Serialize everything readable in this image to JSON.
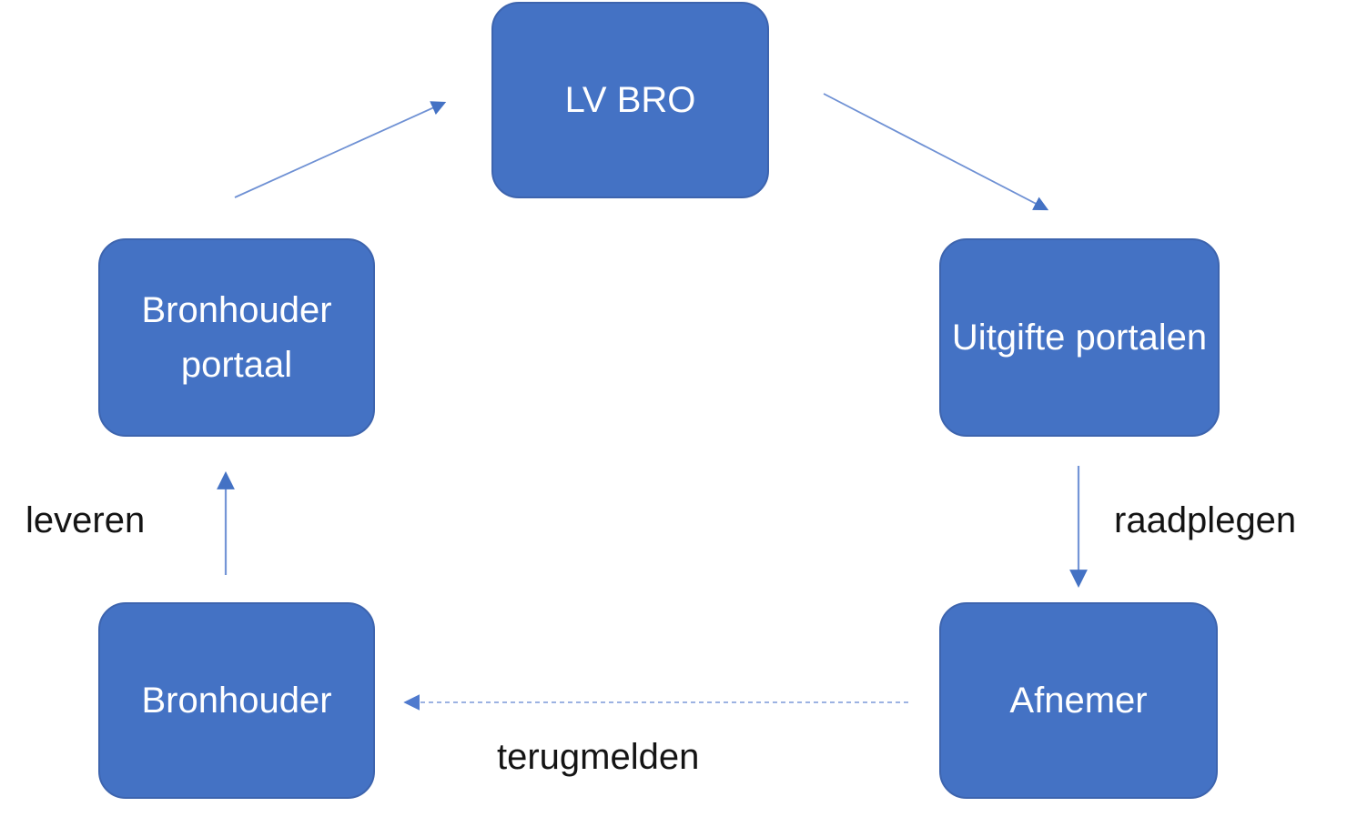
{
  "diagram": {
    "background_color": "#ffffff",
    "node_fill_color": "#4472C4",
    "node_border_color": "#3d64ae",
    "node_text_color": "#ffffff",
    "arrow_line_color": "#6f91d4",
    "arrow_head_color": "#4472C4",
    "edge_label_color": "#141414",
    "nodes": [
      {
        "id": "lv-bro",
        "label": "LV BRO"
      },
      {
        "id": "bronhouder-portaal",
        "label": "Bronhouder portaal"
      },
      {
        "id": "uitgifte-portalen",
        "label": "Uitgifte portalen"
      },
      {
        "id": "bronhouder",
        "label": "Bronhouder"
      },
      {
        "id": "afnemer",
        "label": "Afnemer"
      }
    ],
    "edges": [
      {
        "from": "bronhouder-portaal",
        "to": "lv-bro",
        "label": "",
        "style": "solid"
      },
      {
        "from": "lv-bro",
        "to": "uitgifte-portalen",
        "label": "",
        "style": "solid"
      },
      {
        "from": "uitgifte-portalen",
        "to": "afnemer",
        "label": "raadplegen",
        "style": "solid"
      },
      {
        "from": "afnemer",
        "to": "bronhouder",
        "label": "terugmelden",
        "style": "dashed"
      },
      {
        "from": "bronhouder",
        "to": "bronhouder-portaal",
        "label": "leveren",
        "style": "solid"
      }
    ]
  }
}
